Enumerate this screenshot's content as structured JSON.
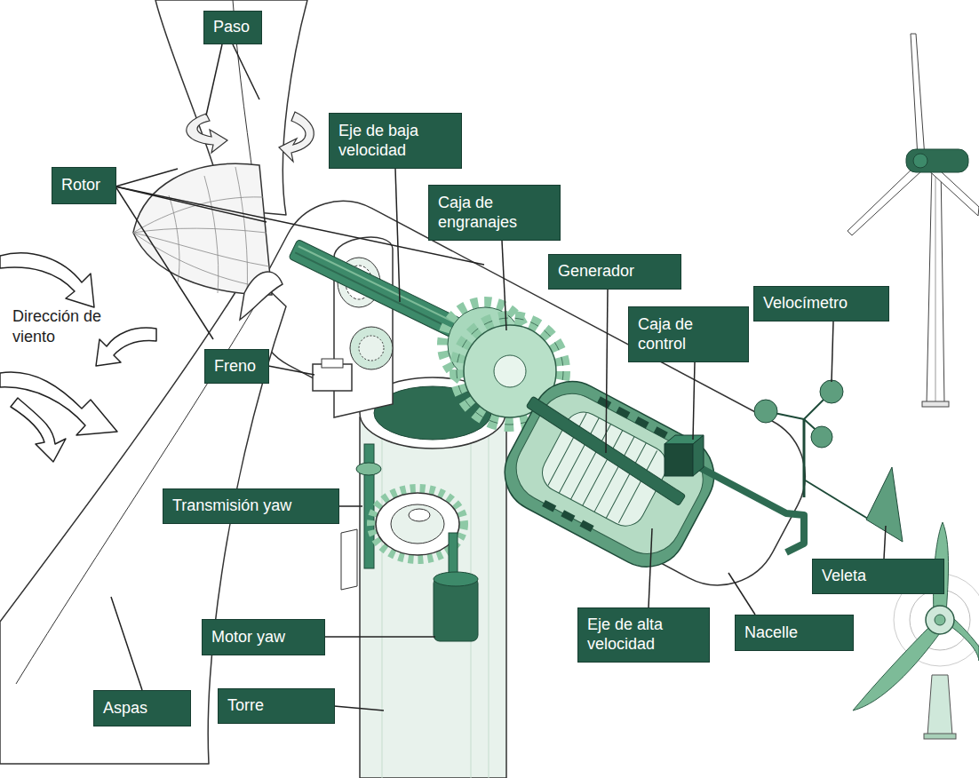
{
  "diagram": {
    "nodes": [
      {
        "text": [
          "Paso"
        ]
      },
      {
        "text": [
          "Eje de baja velocidad"
        ]
      },
      {
        "text": [
          "Rotor"
        ]
      },
      {
        "text": [
          "Caja de engranajes"
        ]
      },
      {
        "text": [
          "Generador"
        ]
      },
      {
        "text": [
          "Velocímetro"
        ]
      },
      {
        "text": [
          "Caja de control"
        ]
      },
      {
        "text": [
          "Freno"
        ]
      },
      {
        "text": [
          "Transmisión yaw"
        ]
      },
      {
        "text": [
          "Veleta"
        ]
      },
      {
        "text": [
          "Eje de alta velocidad"
        ]
      },
      {
        "text": [
          "Nacelle"
        ]
      },
      {
        "text": [
          "Motor yaw"
        ]
      },
      {
        "text": [
          "Torre"
        ]
      },
      {
        "text": [
          "Aspas"
        ]
      }
    ],
    "labels": [
      "Dirección de viento"
    ]
  }
}
